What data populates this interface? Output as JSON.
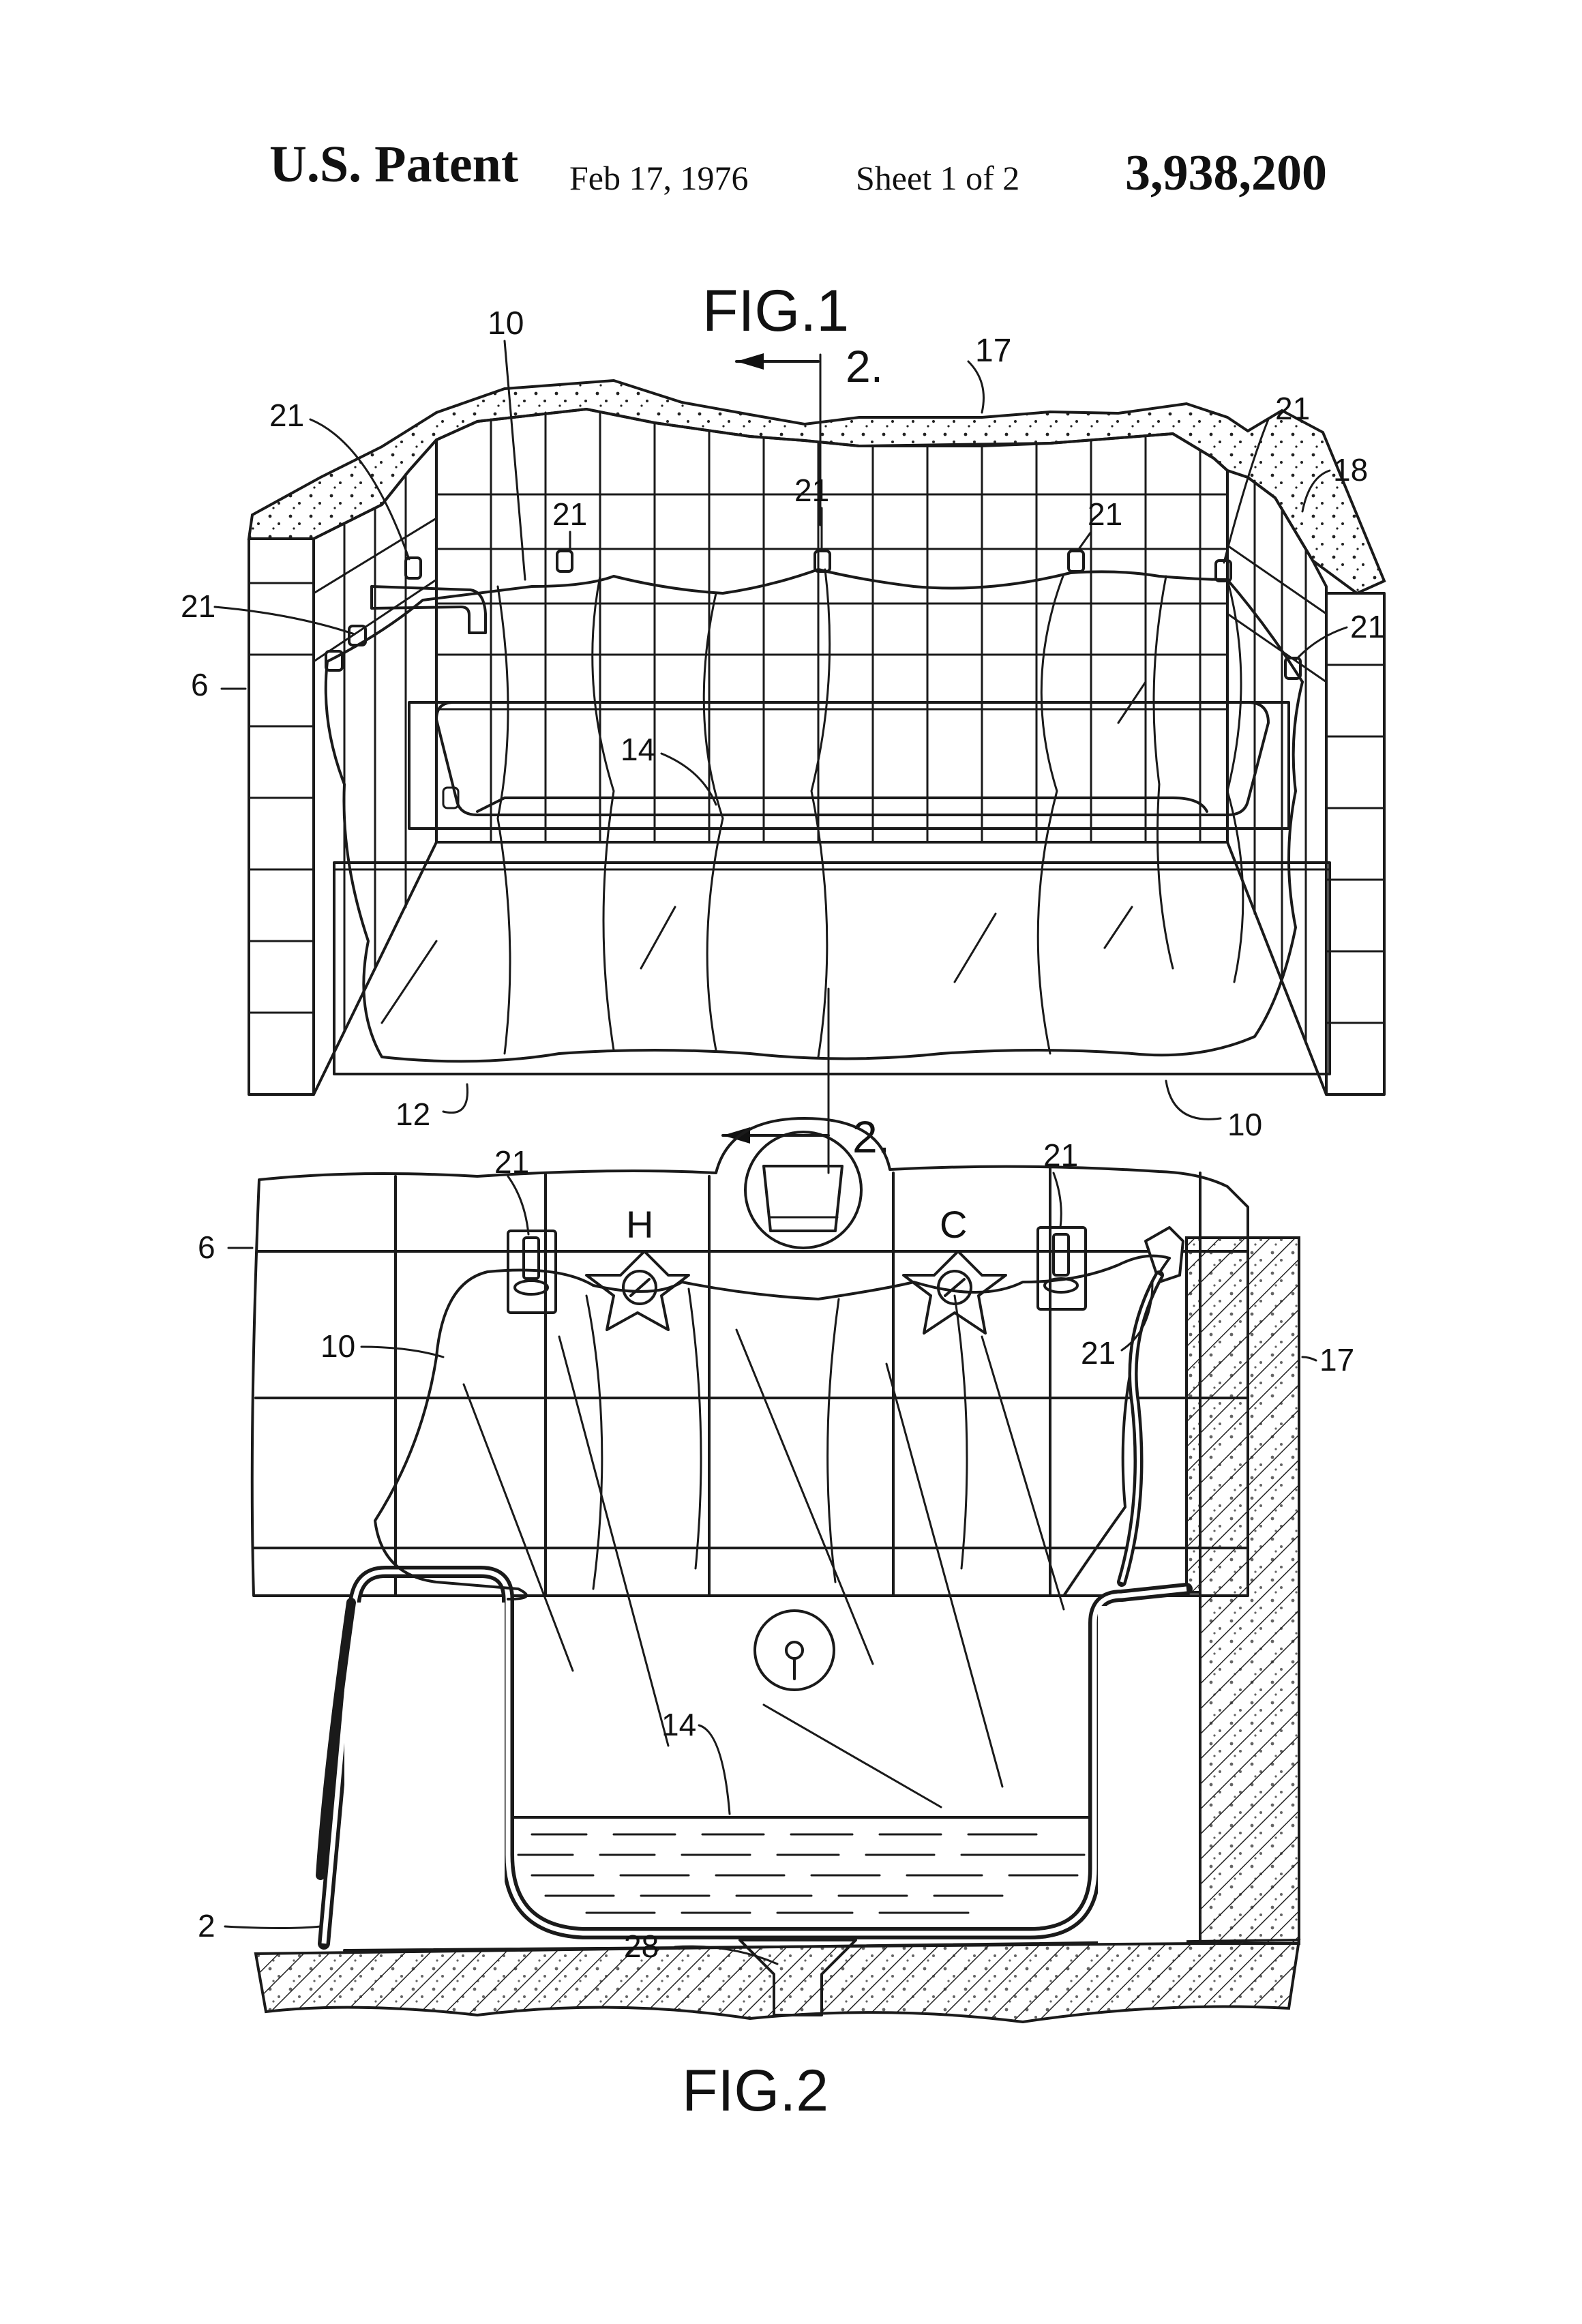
{
  "header": {
    "patent_label": "U.S. Patent",
    "date": "Feb 17, 1976",
    "sheet": "Sheet 1 of 2",
    "patent_number": "3,938,200"
  },
  "figures": {
    "fig1": {
      "title": "FIG.1",
      "section_mark": "2.",
      "labels": {
        "curtain": "10",
        "wall": "17",
        "hook": "21",
        "edge": "18",
        "wall_left": "6",
        "tub": "14",
        "base": "12"
      }
    },
    "fig2": {
      "title": "FIG.2",
      "labels": {
        "hot": "H",
        "cold": "C",
        "hook": "21",
        "curtain": "10",
        "wall": "17",
        "wall_left": "6",
        "tub": "14",
        "floor_edge": "2",
        "drain": "28"
      }
    }
  }
}
